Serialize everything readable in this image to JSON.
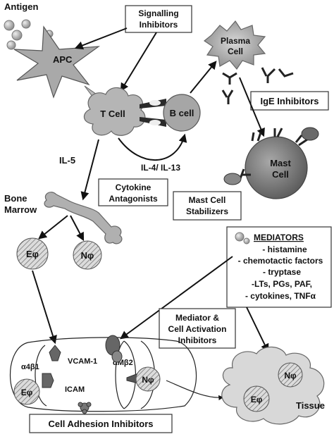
{
  "labels": {
    "antigen": "Antigen",
    "apc": "APC",
    "t_cell": "T Cell",
    "b_cell": "B cell",
    "plasma_cell_line1": "Plasma",
    "plasma_cell_line2": "Cell",
    "mast_cell_line1": "Mast",
    "mast_cell_line2": "Cell",
    "il5": "IL-5",
    "il4_il13": "IL-4/ IL-13",
    "bone_marrow_line1": "Bone",
    "bone_marrow_line2": "Marrow",
    "eosinophil": "Eφ",
    "neutrophil": "Nφ",
    "tissue": "Tissue",
    "vcam1": "VCAM-1",
    "icam": "ICAM",
    "a4b1": "α4β1",
    "amb2": "αMβ2"
  },
  "boxes": {
    "signalling_line1": "Signalling",
    "signalling_line2": "Inhibitors",
    "ige": "IgE Inhibitors",
    "cytokine_line1": "Cytokine",
    "cytokine_line2": "Antagonists",
    "mast_stab_line1": "Mast Cell",
    "mast_stab_line2": "Stabilizers",
    "mediator_line1": "Mediator &",
    "mediator_line2": "Cell Activation",
    "mediator_line3": "Inhibitors",
    "adhesion": "Cell Adhesion Inhibitors"
  },
  "mediators": {
    "title": "MEDIATORS",
    "items": [
      "- histamine",
      "- chemotactic factors",
      "- tryptase",
      "-LTs, PGs, PAF,",
      "- cytokines, TNFα"
    ]
  },
  "colors": {
    "cell_fill": "#b0b0b0",
    "dark_cell": "#7a7a7a",
    "hatch": "#555555"
  }
}
